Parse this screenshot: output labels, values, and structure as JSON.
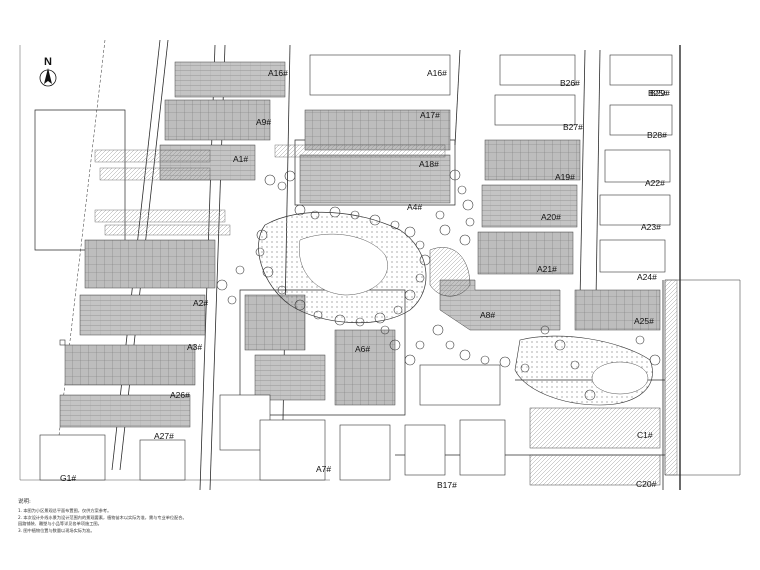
{
  "north": {
    "label": "N",
    "icon": "north-arrow-icon"
  },
  "building_labels": [
    "A16#",
    "A16#",
    "A17#",
    "A18#",
    "A19#",
    "A1#",
    "A2#",
    "A3#",
    "A4#",
    "A6#",
    "A7#",
    "A8#",
    "A9#",
    "A20#",
    "A21#",
    "A22#",
    "A23#",
    "A24#",
    "A25#",
    "A26#",
    "A27#",
    "B25#",
    "B26#",
    "B27#",
    "B28#",
    "B29#",
    "B17#",
    "C1#",
    "C20#",
    "G1#"
  ],
  "notes": {
    "title": "说明:",
    "lines": [
      "1. 本图为小区景观总平面布置图，仅供方案参考。",
      "2. 本次设计外线水景为设计范围内的景观要素，植物苗木以实际为准，需与专业单位配合。",
      "   园路铺装、雕塑与小品等详见各单项施工图。",
      "3. 图中植物位置与数量以现场实际为准。"
    ]
  },
  "colors": {
    "building_fill": "#b9b9b9",
    "line": "#2b2b2b",
    "tree": "#3a3a3a",
    "paper": "#ffffff"
  }
}
